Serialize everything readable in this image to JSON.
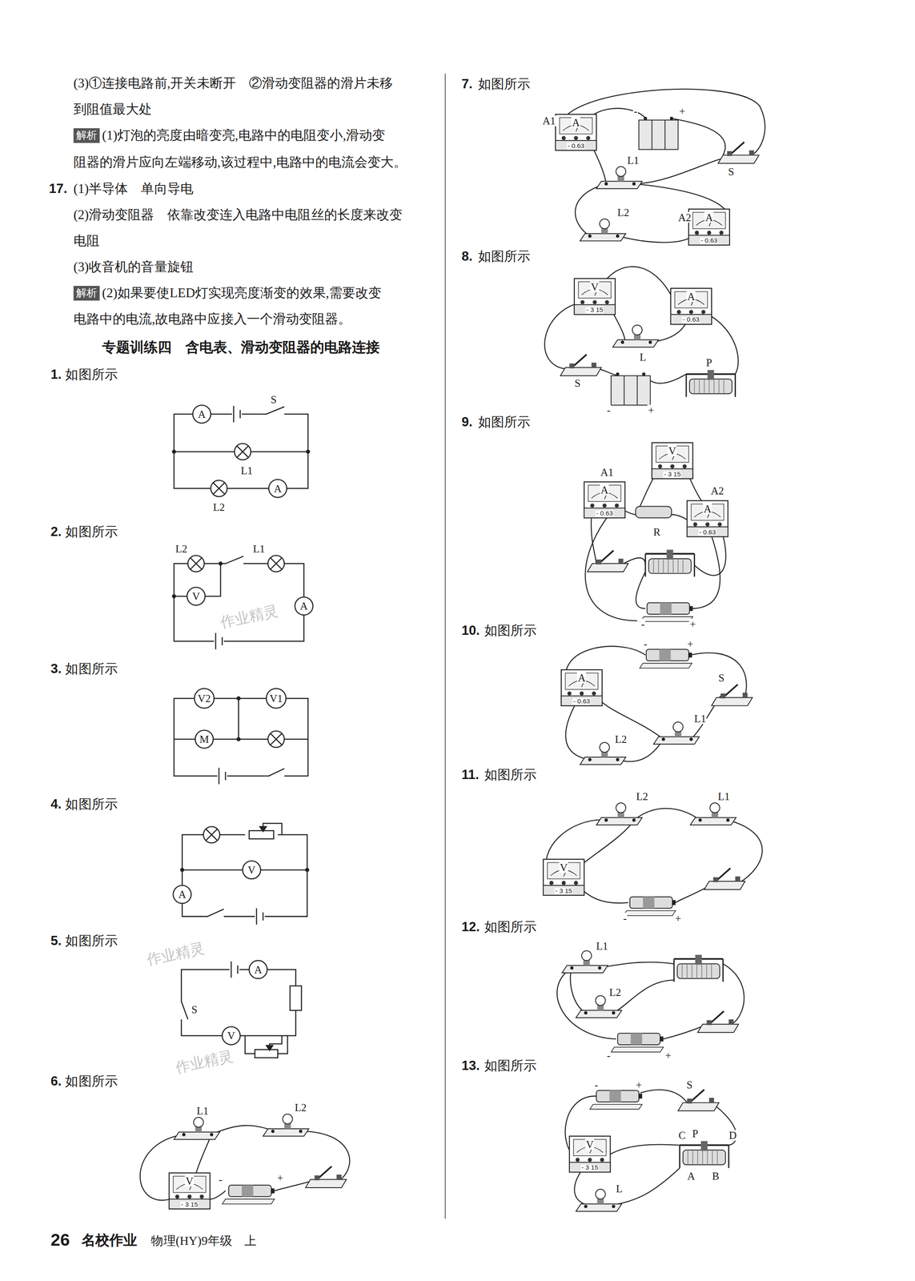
{
  "diagram": {
    "title": "专题训练四　含电表、滑动变阻器的电路连接",
    "labels": [
      "(3)①连接电路前,开关未断开　②滑动变阻器的滑片未移",
      "到阻值最大处",
      "解析",
      "(1)灯泡的亮度由暗变亮,电路中的电阻变小,滑动变",
      "阻器的滑片应向左端移动,该过程中,电路中的电流会变大。",
      "17.",
      "(1)半导体　单向导电",
      "(2)滑动变阻器　依靠改变连入电路中电阻丝的长度来改变",
      "电阻",
      "(3)收音机的音量旋钮",
      "解析",
      "(2)如果要使LED灯实现亮度渐变的效果,需要改变",
      "电路中的电流,故电路中应接入一个滑动变阻器。",
      "1.",
      "如图所示",
      "A",
      "S",
      "L1",
      "A",
      "L2",
      "2.",
      "如图所示",
      "L2",
      "L1",
      "V",
      "A",
      "作业精灵",
      "3.",
      "如图所示",
      "V2",
      "V1",
      "M",
      "4.",
      "如图所示",
      "V",
      "A",
      "5.",
      "如图所示",
      "作业精灵",
      "A",
      "S",
      "V",
      "作业精灵",
      "6.",
      "如图所示",
      "L1",
      "L2",
      "V",
      "- 3 15",
      "-",
      "+",
      "7.",
      "如图所示",
      "A1",
      "A",
      "- 0.63",
      "-",
      "+",
      "S",
      "L1",
      "L2",
      "A2",
      "A",
      "- 0.63",
      "8.",
      "如图所示",
      "V",
      "- 3 15",
      "A",
      "- 0.63",
      "L",
      "S",
      "-",
      "+",
      "P",
      "9.",
      "如图所示",
      "A1",
      "A",
      "- 0.63",
      "V",
      "- 3 15",
      "R",
      "A2",
      "A",
      "- 0.63",
      "-",
      "+",
      "10.",
      "如图所示",
      "A",
      "- 0.63",
      "-",
      "+",
      "S",
      "L1",
      "L2",
      "11.",
      "如图所示",
      "L2",
      "L1",
      "V",
      "- 3 15",
      "-",
      "+",
      "12.",
      "如图所示",
      "L1",
      "L2",
      "-",
      "+",
      "13.",
      "如图所示",
      "-",
      "+",
      "S",
      "C",
      "P",
      "D",
      "A",
      "B",
      "V",
      "- 3 15",
      "L",
      "26",
      "名校作业",
      "物理(HY)9年级　上"
    ]
  }
}
